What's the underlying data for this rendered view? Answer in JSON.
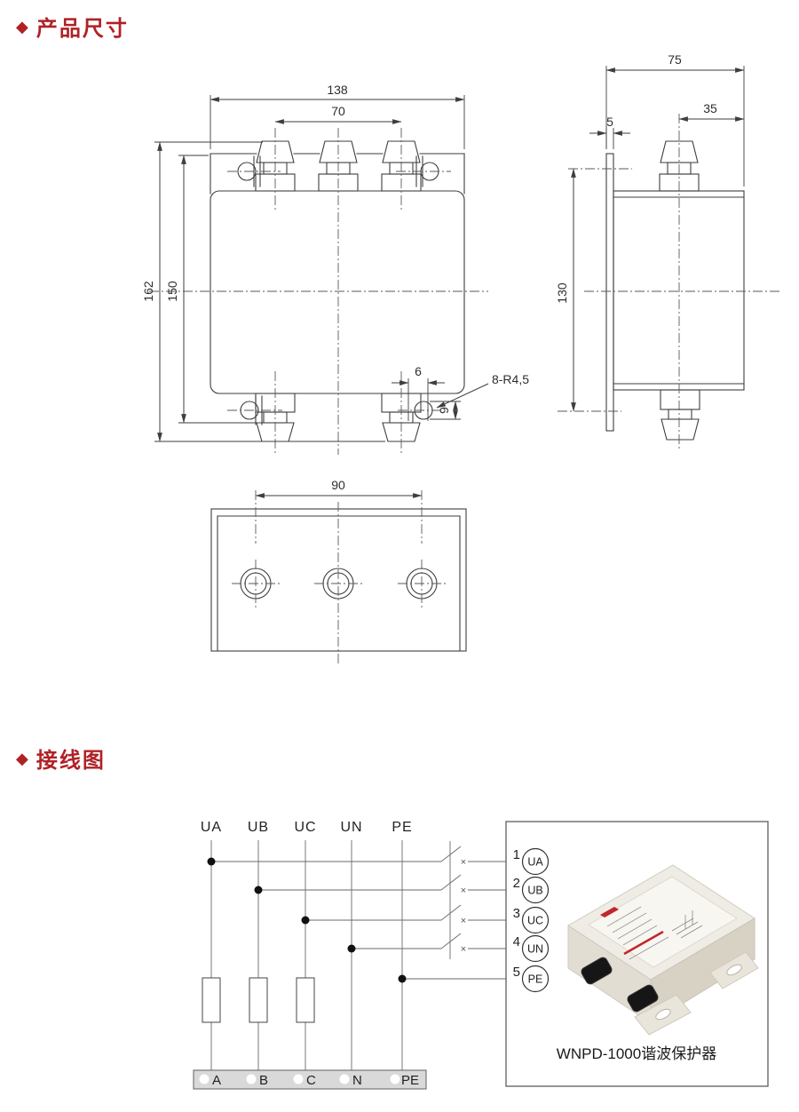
{
  "page": {
    "bullet": "◆",
    "title_section_1": "产品尺寸",
    "title_section_2": "接线图",
    "accent": "#b02126"
  },
  "front_view": {
    "dim_width": "138",
    "dim_hole_span_top": "70",
    "dim_height_overall": "162",
    "dim_height_flange": "150",
    "dim_slot_offset": "6",
    "dim_slot_note": "8-R4,5",
    "dim_slot_height": "9"
  },
  "side_view": {
    "dim_depth": "75",
    "dim_hole_offset": "35",
    "dim_flange_thickness": "5",
    "dim_hole_span_vertical": "130"
  },
  "bottom_view": {
    "dim_hole_span_bottom": "90"
  },
  "wiring": {
    "phases": [
      "UA",
      "UB",
      "UC",
      "UN",
      "PE"
    ],
    "switch_mark": "×",
    "terminals": [
      {
        "num": "1",
        "label": "UA"
      },
      {
        "num": "2",
        "label": "UB"
      },
      {
        "num": "3",
        "label": "UC"
      },
      {
        "num": "4",
        "label": "UN"
      },
      {
        "num": "5",
        "label": "PE"
      }
    ],
    "bus": [
      "A",
      "B",
      "C",
      "N",
      "PE"
    ],
    "device_caption": "WNPD-1000谐波保护器"
  }
}
